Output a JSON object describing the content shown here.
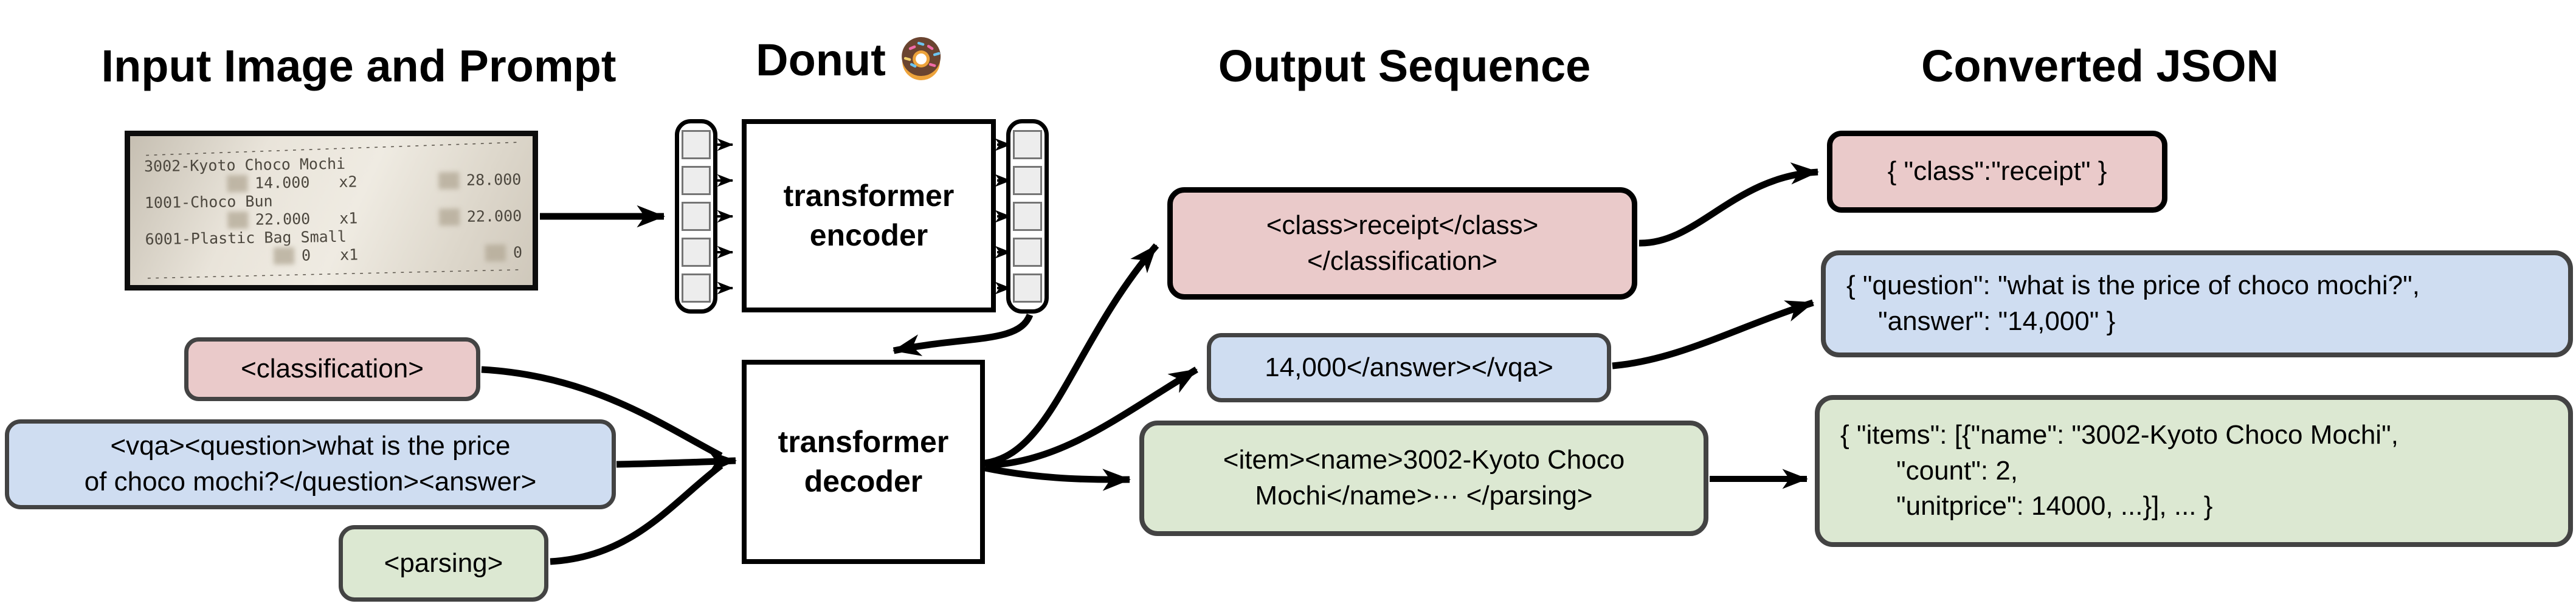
{
  "colors": {
    "pink": "#EACACA",
    "blue": "#CFDDF1",
    "green": "#DCE8D2",
    "border_gray": "#434343"
  },
  "titles": {
    "input": "Input Image and Prompt",
    "model": "Donut",
    "output": "Output Sequence",
    "json": "Converted JSON"
  },
  "model": {
    "encoder": {
      "line1": "transformer",
      "line2": "encoder"
    },
    "decoder": {
      "line1": "transformer",
      "line2": "decoder"
    }
  },
  "receipt": {
    "divider_top": "----------------------------------------------",
    "divider_bottom": "----------------------------------------------",
    "items": [
      {
        "name": "3002-Kyoto Choco Mochi",
        "unit": "14.000",
        "qty": "x2",
        "total": "28.000"
      },
      {
        "name": "1001-Choco Bun",
        "unit": "22.000",
        "qty": "x1",
        "total": "22.000"
      },
      {
        "name": "6001-Plastic Bag Small",
        "unit": "0",
        "qty": "x1",
        "total": "0"
      }
    ]
  },
  "prompts": {
    "classification": {
      "text": "<classification>"
    },
    "vqa": {
      "line1": "<vqa><question>what is the price",
      "line2": "of choco mochi?</question><answer>"
    },
    "parsing": {
      "text": "<parsing>"
    }
  },
  "outputs": {
    "classification": {
      "line1": "<class>receipt</class>",
      "line2": "</classification>"
    },
    "vqa": {
      "text": "14,000</answer></vqa>"
    },
    "parsing": {
      "line1": "<item><name>3002-Kyoto Choco",
      "line2": "Mochi</name>··· </parsing>"
    }
  },
  "converted_json": {
    "classification": {
      "text": "{ \"class\":\"receipt\" }"
    },
    "vqa": {
      "line1": "{ \"question\": \"what is the price of choco mochi?\",",
      "line2": "\"answer\": \"14,000\" }"
    },
    "parsing": {
      "line1": "{ \"items\": [{\"name\": \"3002-Kyoto Choco Mochi\",",
      "line2": "\"count\": 2,",
      "line3": "\"unitprice\": 14000, ...}], ... }"
    }
  }
}
